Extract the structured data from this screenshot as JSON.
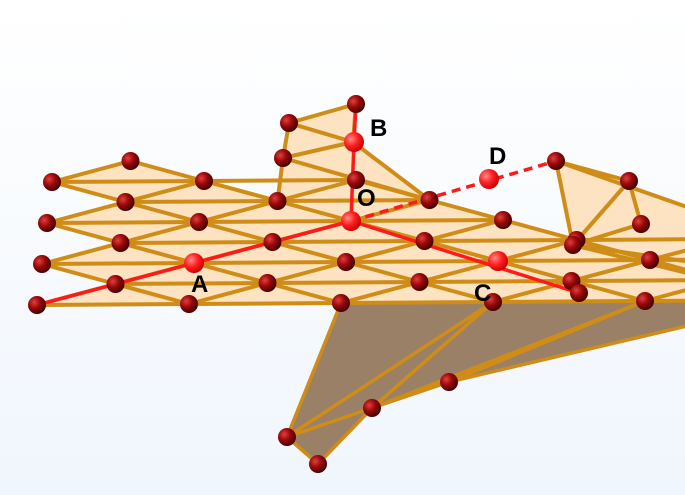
{
  "labels": {
    "A": "A",
    "B": "B",
    "C": "C",
    "D": "D",
    "O": "O"
  },
  "colors": {
    "background": "#f0f6fd",
    "face_fill": "#fde3c2",
    "edge": "#cf8d17",
    "vertex": "#8b0000",
    "highlight_line": "#ff1a1a",
    "highlight_point": "#ff2a2a",
    "shadow_face": "#9a8066"
  }
}
